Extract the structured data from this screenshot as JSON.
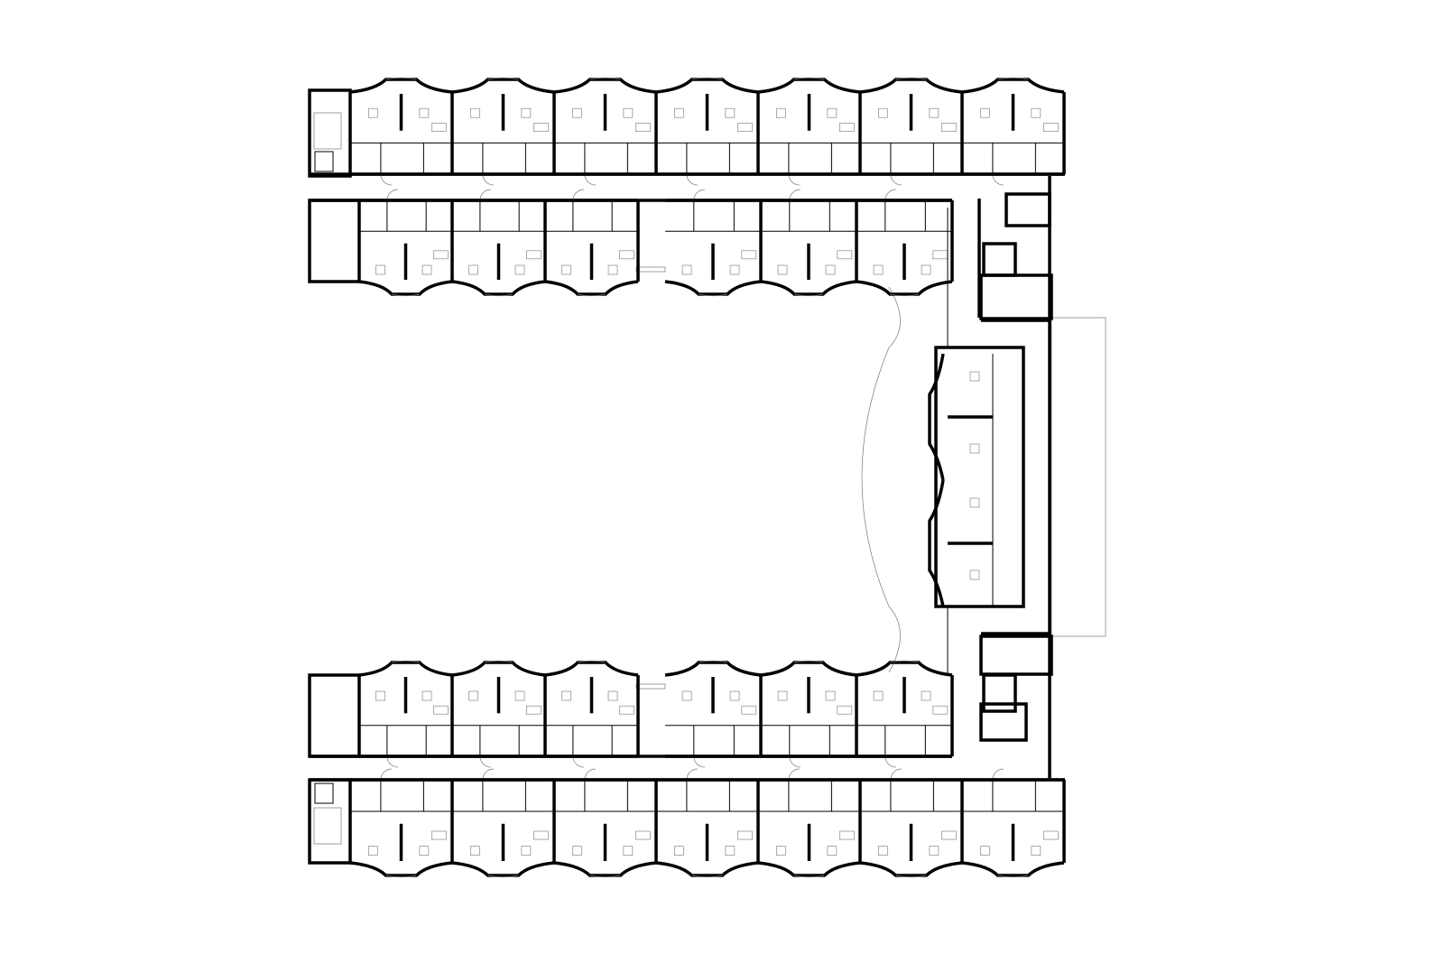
{
  "plan": {
    "top_wing": {
      "units": 7
    },
    "upper_inner_row": {
      "left_units": 3,
      "right_units": 3
    },
    "right_wing": {
      "units": 2
    },
    "lower_inner_row": {
      "left_units": 3,
      "right_units": 3
    },
    "bottom_wing": {
      "units": 7
    },
    "stairs": 4
  }
}
